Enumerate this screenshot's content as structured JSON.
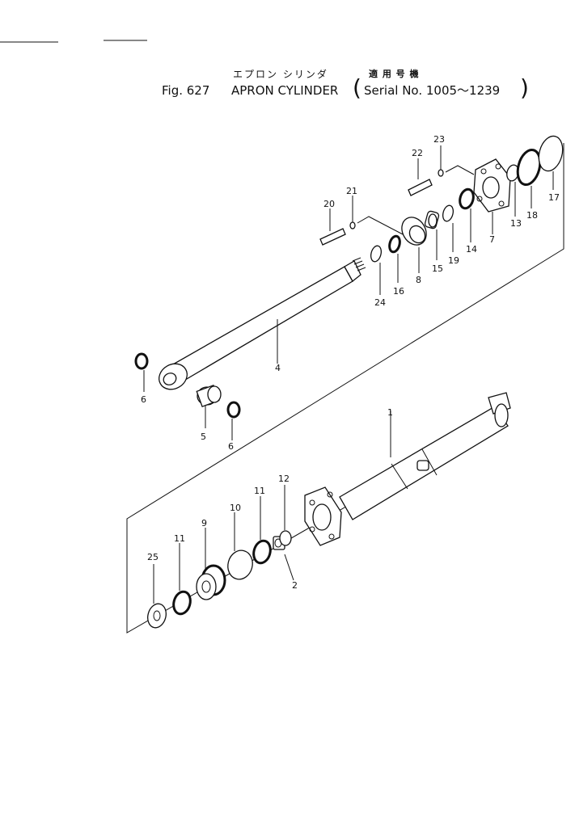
{
  "title": {
    "jp_name": "エプロン シリンダ",
    "jp_models": "適 用 号 機",
    "fig": "Fig. 627",
    "name": "APRON CYLINDER",
    "serial_open": "(",
    "serial": "Serial No. 1005～1239",
    "serial_close": ")"
  },
  "parts": {
    "p1": "1",
    "p2": "2",
    "p4": "4",
    "p5": "5",
    "p6a": "6",
    "p6b": "6",
    "p7": "7",
    "p8": "8",
    "p9": "9",
    "p10": "10",
    "p11a": "11",
    "p11b": "11",
    "p12": "12",
    "p13": "13",
    "p14": "14",
    "p15": "15",
    "p16": "16",
    "p17": "17",
    "p18": "18",
    "p19": "19",
    "p20": "20",
    "p21": "21",
    "p22": "22",
    "p23": "23",
    "p24": "24",
    "p25": "25"
  }
}
